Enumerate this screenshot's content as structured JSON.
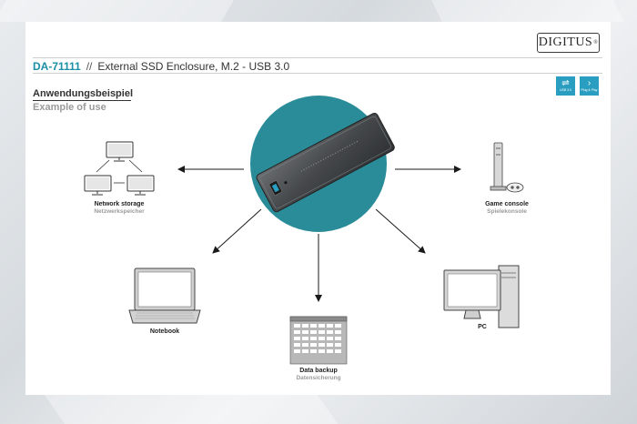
{
  "brand": {
    "logo_text": "DIGITUS",
    "logo_mark": "®"
  },
  "product": {
    "code": "DA-71111",
    "separator": "//",
    "title": "External SSD Enclosure, M.2 - USB 3.0"
  },
  "badges": [
    {
      "icon": "usb-icon",
      "caption": "USB 3.0"
    },
    {
      "icon": "plug-and-play-icon",
      "caption": "Plug & Play"
    }
  ],
  "section": {
    "heading": "Anwendungsbeispiel",
    "subheading": "Example of use"
  },
  "device": {
    "icon": "ssd-enclosure",
    "accent_color": "#2a8c98"
  },
  "nodes": [
    {
      "id": "network",
      "icon": "network-storage-icon",
      "label": "Network storage",
      "sublabel": "Netzwerkspeicher"
    },
    {
      "id": "game",
      "icon": "game-console-icon",
      "label": "Game console",
      "sublabel": "Spielekonsole"
    },
    {
      "id": "notebook",
      "icon": "notebook-icon",
      "label": "Notebook",
      "sublabel": ""
    },
    {
      "id": "backup",
      "icon": "data-backup-icon",
      "label": "Data backup",
      "sublabel": "Datensicherung"
    },
    {
      "id": "pc",
      "icon": "pc-icon",
      "label": "PC",
      "sublabel": ""
    }
  ],
  "colors": {
    "accent": "#1c8fa6",
    "badge": "#2a9ec0",
    "circle": "#2a8c98"
  }
}
